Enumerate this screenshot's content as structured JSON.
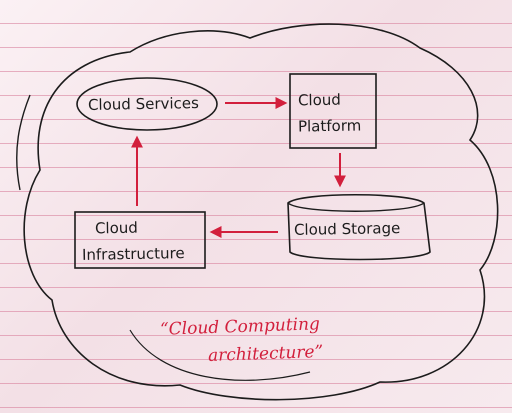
{
  "nodes": {
    "cloud_services": "Cloud Services",
    "cloud_platform": [
      "Cloud",
      "Platform"
    ],
    "cloud_storage": "Cloud Storage",
    "cloud_infrastructure": [
      "Cloud",
      "Infrastructure"
    ]
  },
  "caption": [
    "“Cloud Computing",
    "architecture”"
  ],
  "colors": {
    "ink": "#1c1c1c",
    "arrow": "#d21f3c",
    "caption": "#d21f3c",
    "paper_lines": "#d6789a"
  }
}
